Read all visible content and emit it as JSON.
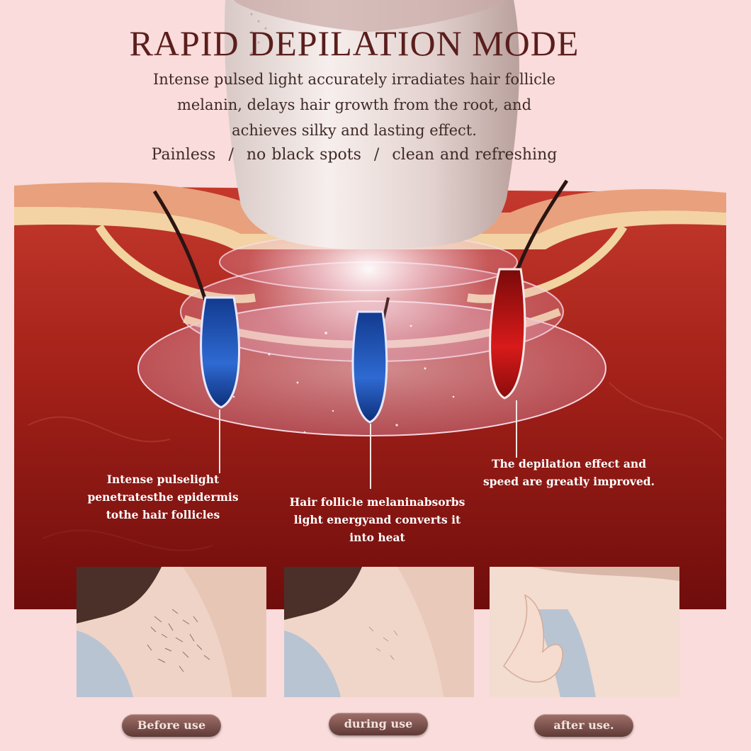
{
  "title": "RAPID DEPILATION MODE",
  "subtitle_lines": [
    "Intense pulsed light accurately irradiates hair follicle",
    "melanin, delays hair growth from the root, and",
    "achieves silky and lasting effect."
  ],
  "features": [
    "Painless",
    "no black spots",
    "clean and refreshing"
  ],
  "feature_separator": "/",
  "callouts": {
    "left": [
      "Intense pulselight",
      "penetratesthe epidermis",
      "tothe hair follicles"
    ],
    "center": [
      "Hair follicle melaninabsorbs",
      "light energyand converts it",
      "into heat"
    ],
    "right": [
      "The depilation effect and",
      "speed are greatly improved."
    ]
  },
  "photos": [
    {
      "label": "Before use",
      "hair": "dense"
    },
    {
      "label": "during use",
      "hair": "sparse"
    },
    {
      "label": "after use.",
      "hair": "none"
    }
  ],
  "colors": {
    "background": "#f9dcdb",
    "skin_dermis": "#9b1d1a",
    "title_text": "#5a1e1c",
    "follicle_blue": "#1e4fb8",
    "follicle_red": "#c01414",
    "label_pill": "#7a4a45"
  }
}
